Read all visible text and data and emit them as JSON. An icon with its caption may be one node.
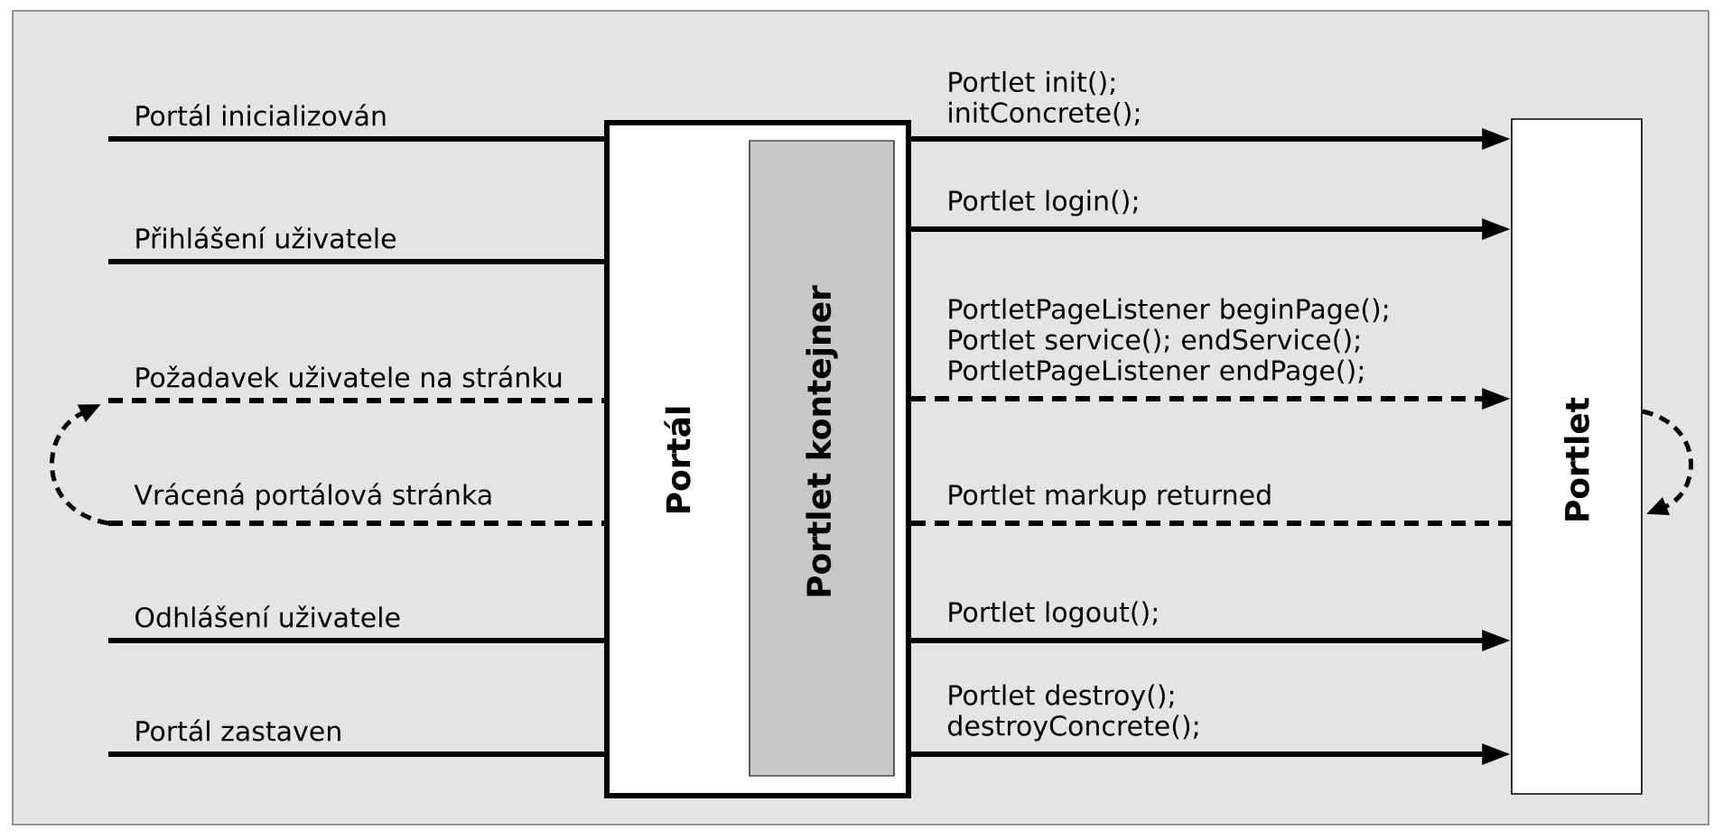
{
  "diagram": {
    "nodes": [
      {
        "text": [
          "Portál"
        ]
      },
      {
        "text": [
          "Portlet kontejner"
        ],
        "in": 0
      },
      {
        "text": [
          "Portlet"
        ]
      }
    ],
    "edges": [
      {
        "from": null,
        "to": 0,
        "arrow": "none",
        "label": "Portál inicializován"
      },
      {
        "from": null,
        "to": 0,
        "arrow": "none",
        "label": "Přihlášení uživatele"
      },
      {
        "from": null,
        "to": 0,
        "arrow": "none",
        "label": "Požadavek uživatele na stránku",
        "style": "dashed"
      },
      {
        "from": null,
        "to": 0,
        "arrow": "none",
        "label": "Vrácená portálová stránka",
        "style": "dashed"
      },
      {
        "from": null,
        "to": 0,
        "arrow": "none",
        "label": "Odhlášení uživatele"
      },
      {
        "from": null,
        "to": 0,
        "arrow": "none",
        "label": "Portál zastaven"
      },
      {
        "from": 0,
        "to": 2,
        "arrow": "to",
        "label": "Portlet init(); initConcrete();"
      },
      {
        "from": 0,
        "to": 2,
        "arrow": "to",
        "label": "Portlet login();"
      },
      {
        "from": 0,
        "to": 2,
        "arrow": "to",
        "label": "PortletPageListener beginPage(); Portlet service(); endService(); PortletPageListener endPage();",
        "style": "dashed"
      },
      {
        "from": 0,
        "to": 2,
        "arrow": "none",
        "label": "Portlet markup returned",
        "style": "dashed"
      },
      {
        "from": 0,
        "to": 2,
        "arrow": "to",
        "label": "Portlet logout();"
      },
      {
        "from": 0,
        "to": 2,
        "arrow": "to",
        "label": "Portlet destroy(); destroyConcrete();"
      },
      {
        "from": 2,
        "to": 2,
        "arrow": "to",
        "style": "dashed"
      }
    ]
  }
}
